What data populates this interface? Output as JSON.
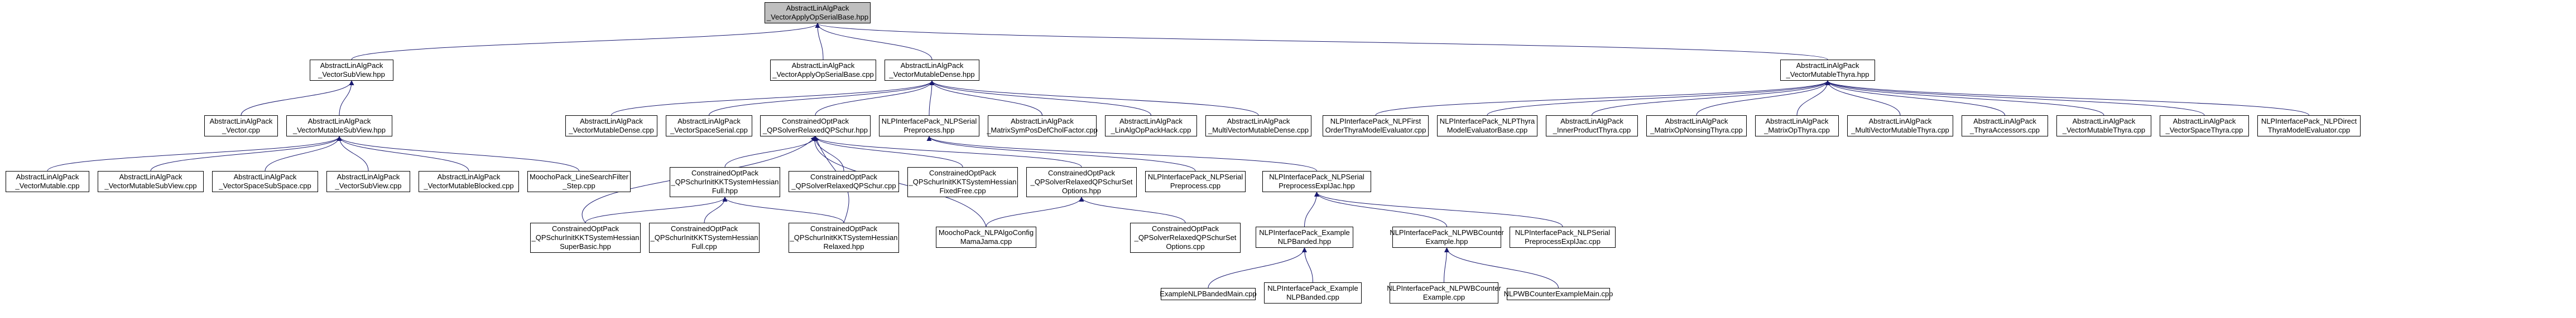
{
  "graph": {
    "edge_color": "#191970",
    "root_fill": "#bfbfbf",
    "nodes": [
      {
        "id": "root",
        "lines": [
          "AbstractLinAlgPack",
          "_VectorApplyOpSerialBase.hpp"
        ]
      },
      {
        "id": "vsv",
        "lines": [
          "AbstractLinAlgPack",
          "_VectorSubView.hpp"
        ]
      },
      {
        "id": "vaosb_cpp",
        "lines": [
          "AbstractLinAlgPack",
          "_VectorApplyOpSerialBase.cpp"
        ]
      },
      {
        "id": "vmd",
        "lines": [
          "AbstractLinAlgPack",
          "_VectorMutableDense.hpp"
        ]
      },
      {
        "id": "vmt",
        "lines": [
          "AbstractLinAlgPack",
          "_VectorMutableThyra.hpp"
        ]
      },
      {
        "id": "vector_cpp",
        "lines": [
          "AbstractLinAlgPack",
          "_Vector.cpp"
        ]
      },
      {
        "id": "vmsv",
        "lines": [
          "AbstractLinAlgPack",
          "_VectorMutableSubView.hpp"
        ]
      },
      {
        "id": "vmd_cpp",
        "lines": [
          "AbstractLinAlgPack",
          "_VectorMutableDense.cpp"
        ]
      },
      {
        "id": "vss_cpp",
        "lines": [
          "AbstractLinAlgPack",
          "_VectorSpaceSerial.cpp"
        ]
      },
      {
        "id": "qpss",
        "lines": [
          "ConstrainedOptPack",
          "_QPSolverRelaxedQPSchur.hpp"
        ]
      },
      {
        "id": "nlpsp",
        "lines": [
          "NLPInterfacePack_NLPSerial",
          "Preprocess.hpp"
        ]
      },
      {
        "id": "msp_cpp",
        "lines": [
          "AbstractLinAlgPack",
          "_MatrixSymPosDefCholFactor.cpp"
        ]
      },
      {
        "id": "lqph_cpp",
        "lines": [
          "AbstractLinAlgPack",
          "_LinAlgOpPackHack.cpp"
        ]
      },
      {
        "id": "mvmd_cpp",
        "lines": [
          "AbstractLinAlgPack",
          "_MultiVectorMutableDense.cpp"
        ]
      },
      {
        "id": "nlpfo_cpp",
        "lines": [
          "NLPInterfacePack_NLPFirst",
          "OrderThyraModelEvaluator.cpp"
        ]
      },
      {
        "id": "nlptme_cpp",
        "lines": [
          "NLPInterfacePack_NLPThyra",
          "ModelEvaluatorBase.cpp"
        ]
      },
      {
        "id": "ipt_cpp",
        "lines": [
          "AbstractLinAlgPack",
          "_InnerProductThyra.cpp"
        ]
      },
      {
        "id": "mont_cpp",
        "lines": [
          "AbstractLinAlgPack",
          "_MatrixOpNonsingThyra.cpp"
        ]
      },
      {
        "id": "mot_cpp",
        "lines": [
          "AbstractLinAlgPack",
          "_MatrixOpThyra.cpp"
        ]
      },
      {
        "id": "mvmt_cpp",
        "lines": [
          "AbstractLinAlgPack",
          "_MultiVectorMutableThyra.cpp"
        ]
      },
      {
        "id": "ta_cpp",
        "lines": [
          "AbstractLinAlgPack",
          "_ThyraAccessors.cpp"
        ]
      },
      {
        "id": "vmt_cpp",
        "lines": [
          "AbstractLinAlgPack",
          "_VectorMutableThyra.cpp"
        ]
      },
      {
        "id": "vst_cpp",
        "lines": [
          "AbstractLinAlgPack",
          "_VectorSpaceThyra.cpp"
        ]
      },
      {
        "id": "nlpdt_cpp",
        "lines": [
          "NLPInterfacePack_NLPDirect",
          "ThyraModelEvaluator.cpp"
        ]
      },
      {
        "id": "vmut_cpp",
        "lines": [
          "AbstractLinAlgPack",
          "_VectorMutable.cpp"
        ]
      },
      {
        "id": "vmsv_cpp",
        "lines": [
          "AbstractLinAlgPack",
          "_VectorMutableSubView.cpp"
        ]
      },
      {
        "id": "vssub_cpp",
        "lines": [
          "AbstractLinAlgPack",
          "_VectorSpaceSubSpace.cpp"
        ]
      },
      {
        "id": "vsv_cpp",
        "lines": [
          "AbstractLinAlgPack",
          "_VectorSubView.cpp"
        ]
      },
      {
        "id": "vmb_cpp",
        "lines": [
          "AbstractLinAlgPack",
          "_VectorMutableBlocked.cpp"
        ]
      },
      {
        "id": "mls_cpp",
        "lines": [
          "MoochoPack_LineSearchFilter",
          "_Step.cpp"
        ]
      },
      {
        "id": "kktf",
        "lines": [
          "ConstrainedOptPack",
          "_QPSchurInitKKTSystemHessian",
          "Full.hpp"
        ]
      },
      {
        "id": "qpss_cpp",
        "lines": [
          "ConstrainedOptPack",
          "_QPSolverRelaxedQPSchur.cpp"
        ]
      },
      {
        "id": "kktfs_cpp",
        "lines": [
          "ConstrainedOptPack",
          "_QPSchurInitKKTSystemHessian",
          "FixedFree.cpp"
        ]
      },
      {
        "id": "qpsso",
        "lines": [
          "ConstrainedOptPack",
          "_QPSolverRelaxedQPSchurSet",
          "Options.hpp"
        ]
      },
      {
        "id": "nlpsp_cpp",
        "lines": [
          "NLPInterfacePack_NLPSerial",
          "Preprocess.cpp"
        ]
      },
      {
        "id": "nlpspe",
        "lines": [
          "NLPInterfacePack_NLPSerial",
          "PreprocessExplJac.hpp"
        ]
      },
      {
        "id": "kktss",
        "lines": [
          "ConstrainedOptPack",
          "_QPSchurInitKKTSystemHessian",
          "SuperBasic.hpp"
        ]
      },
      {
        "id": "kktf_cpp",
        "lines": [
          "ConstrainedOptPack",
          "_QPSchurInitKKTSystemHessian",
          "Full.cpp"
        ]
      },
      {
        "id": "kktr",
        "lines": [
          "ConstrainedOptPack",
          "_QPSchurInitKKTSystemHessian",
          "Relaxed.hpp"
        ]
      },
      {
        "id": "mnlp_cpp",
        "lines": [
          "MoochoPack_NLPAlgoConfig",
          "MamaJama.cpp"
        ]
      },
      {
        "id": "qpsso_cpp",
        "lines": [
          "ConstrainedOptPack",
          "_QPSolverRelaxedQPSchurSet",
          "Options.cpp"
        ]
      },
      {
        "id": "nlpeb",
        "lines": [
          "NLPInterfacePack_Example",
          "NLPBanded.hpp"
        ]
      },
      {
        "id": "nlpwb",
        "lines": [
          "NLPInterfacePack_NLPWBCounter",
          "Example.hpp"
        ]
      },
      {
        "id": "nlpspe_cpp",
        "lines": [
          "NLPInterfacePack_NLPSerial",
          "PreprocessExplJac.cpp"
        ]
      },
      {
        "id": "enbm_cpp",
        "lines": [
          "ExampleNLPBandedMain.cpp"
        ]
      },
      {
        "id": "nlpeb_cpp",
        "lines": [
          "NLPInterfacePack_Example",
          "NLPBanded.cpp"
        ]
      },
      {
        "id": "nlpwb_cpp",
        "lines": [
          "NLPInterfacePack_NLPWBCounter",
          "Example.cpp"
        ]
      },
      {
        "id": "nlpwbm_cpp",
        "lines": [
          "NLPWBCounterExampleMain.cpp"
        ]
      }
    ]
  }
}
